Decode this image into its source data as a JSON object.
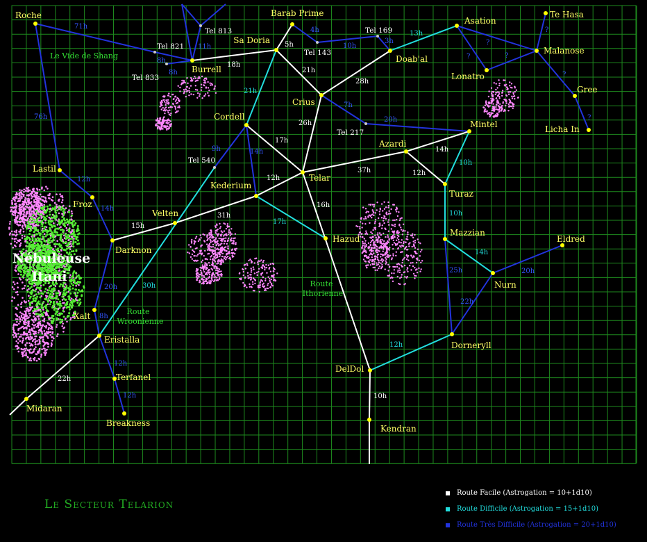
{
  "map": {
    "title": "Le Secteur Telarion",
    "grid_color": "#1e8a1e",
    "route_colors": {
      "easy": "#ffffff",
      "hard": "#22dddd",
      "vhard": "#2233dd"
    },
    "system_color": "#ffff00",
    "nebula_name": [
      "Nébuleuse",
      "Itani"
    ],
    "region_labels": [
      {
        "id": "vide",
        "lines": [
          "Le Vide de Shang"
        ]
      },
      {
        "id": "woo",
        "lines": [
          "Route",
          "Wroonienne"
        ]
      },
      {
        "id": "itho",
        "lines": [
          "Route",
          "Ithorienne"
        ]
      }
    ],
    "systems": [
      {
        "id": "roche",
        "name": "Roche"
      },
      {
        "id": "tel821",
        "name": "Tel 821",
        "minor": true
      },
      {
        "id": "tel813",
        "name": "Tel 813",
        "minor": true
      },
      {
        "id": "tel833",
        "name": "Tel 833",
        "minor": true
      },
      {
        "id": "burrell",
        "name": "Burrell"
      },
      {
        "id": "sadoria",
        "name": "Sa Doria"
      },
      {
        "id": "barab",
        "name": "Barab Prime"
      },
      {
        "id": "tel143",
        "name": "Tel 143",
        "minor": true
      },
      {
        "id": "tel169",
        "name": "Tel 169",
        "minor": true
      },
      {
        "id": "doabal",
        "name": "Doab'al"
      },
      {
        "id": "asation",
        "name": "Asation"
      },
      {
        "id": "tehasa",
        "name": "Te Hasa"
      },
      {
        "id": "malanose",
        "name": "Malanose"
      },
      {
        "id": "lonatro",
        "name": "Lonatro"
      },
      {
        "id": "gree",
        "name": "Gree"
      },
      {
        "id": "lichain",
        "name": "Licha In"
      },
      {
        "id": "crius",
        "name": "Crius"
      },
      {
        "id": "tel217",
        "name": "Tel 217",
        "minor": true
      },
      {
        "id": "mintel",
        "name": "Mintel"
      },
      {
        "id": "cordell",
        "name": "Cordell"
      },
      {
        "id": "tel540",
        "name": "Tel 540",
        "minor": true
      },
      {
        "id": "azardi",
        "name": "Azardi"
      },
      {
        "id": "telar",
        "name": "Telar"
      },
      {
        "id": "kederium",
        "name": "Kederium"
      },
      {
        "id": "turaz",
        "name": "Turaz"
      },
      {
        "id": "lastil",
        "name": "Lastil"
      },
      {
        "id": "froz",
        "name": "Froz"
      },
      {
        "id": "velten",
        "name": "Velten"
      },
      {
        "id": "darknon",
        "name": "Darknon"
      },
      {
        "id": "hazud",
        "name": "Hazud"
      },
      {
        "id": "mazzian",
        "name": "Mazzian"
      },
      {
        "id": "eldred",
        "name": "Eldred"
      },
      {
        "id": "nurn",
        "name": "Nurn"
      },
      {
        "id": "xalt",
        "name": "Xalt"
      },
      {
        "id": "eristalla",
        "name": "Eristalla"
      },
      {
        "id": "terfanel",
        "name": "Terfanel"
      },
      {
        "id": "breakness",
        "name": "Breakness"
      },
      {
        "id": "midaran",
        "name": "Midaran"
      },
      {
        "id": "dorneryll",
        "name": "Dorneryll"
      },
      {
        "id": "deldol",
        "name": "DelDol"
      },
      {
        "id": "kendran",
        "name": "Kendran"
      }
    ],
    "routes": [
      {
        "from": "roche",
        "to": "tel821",
        "type": "vhard",
        "label": "71h"
      },
      {
        "from": "tel821",
        "to": "burrell",
        "type": "vhard",
        "label": "8h"
      },
      {
        "from": "tel813",
        "to": "burrell",
        "type": "vhard",
        "label": "11h"
      },
      {
        "from": "tel833",
        "to": "burrell",
        "type": "vhard",
        "label": "8h"
      },
      {
        "from": "burrell",
        "to": "sadoria",
        "type": "easy",
        "label": "18h"
      },
      {
        "from": "barab",
        "to": "sadoria",
        "type": "easy",
        "label": "5h"
      },
      {
        "from": "barab",
        "to": "tel143",
        "type": "vhard",
        "label": "4h"
      },
      {
        "from": "tel143",
        "to": "tel169",
        "type": "vhard",
        "label": "10h"
      },
      {
        "from": "tel169",
        "to": "doabal",
        "type": "vhard",
        "label": "3h"
      },
      {
        "from": "doabal",
        "to": "asation",
        "type": "hard",
        "label": "13h"
      },
      {
        "from": "asation",
        "to": "malanose",
        "type": "vhard",
        "label": "?"
      },
      {
        "from": "asation",
        "to": "lonatro",
        "type": "vhard",
        "label": "?"
      },
      {
        "from": "lonatro",
        "to": "malanose",
        "type": "vhard",
        "label": "?"
      },
      {
        "from": "tehasa",
        "to": "malanose",
        "type": "vhard",
        "label": "?"
      },
      {
        "from": "malanose",
        "to": "gree",
        "type": "vhard",
        "label": "?"
      },
      {
        "from": "gree",
        "to": "lichain",
        "type": "vhard",
        "label": "?"
      },
      {
        "from": "sadoria",
        "to": "crius",
        "type": "easy",
        "label": "21h"
      },
      {
        "from": "crius",
        "to": "doabal",
        "type": "easy",
        "label": "28h"
      },
      {
        "from": "sadoria",
        "to": "cordell",
        "type": "hard",
        "label": "21h"
      },
      {
        "from": "crius",
        "to": "tel217",
        "type": "vhard",
        "label": "7h"
      },
      {
        "from": "tel217",
        "to": "mintel",
        "type": "vhard",
        "label": "20h"
      },
      {
        "from": "crius",
        "to": "telar",
        "type": "easy",
        "label": "26h"
      },
      {
        "from": "cordell",
        "to": "telar",
        "type": "easy",
        "label": "17h"
      },
      {
        "from": "cordell",
        "to": "tel540",
        "type": "vhard",
        "label": "9h"
      },
      {
        "from": "tel540",
        "to": "eristalla",
        "type": "hard",
        "label": "30h"
      },
      {
        "from": "cordell",
        "to": "kederium",
        "type": "vhard",
        "label": "14h"
      },
      {
        "from": "telar",
        "to": "azardi",
        "type": "easy",
        "label": "37h"
      },
      {
        "from": "azardi",
        "to": "mintel",
        "type": "easy",
        "label": "14h"
      },
      {
        "from": "azardi",
        "to": "turaz",
        "type": "easy",
        "label": "12h"
      },
      {
        "from": "mintel",
        "to": "turaz",
        "type": "hard",
        "label": "10h"
      },
      {
        "from": "telar",
        "to": "kederium",
        "type": "easy",
        "label": "12h"
      },
      {
        "from": "kederium",
        "to": "velten",
        "type": "easy",
        "label": "31h"
      },
      {
        "from": "velten",
        "to": "darknon",
        "type": "easy",
        "label": "15h"
      },
      {
        "from": "kederium",
        "to": "hazud",
        "type": "hard",
        "label": "17h"
      },
      {
        "from": "telar",
        "to": "deldol",
        "type": "easy",
        "label": "16h"
      },
      {
        "from": "turaz",
        "to": "mazzian",
        "type": "hard",
        "label": "10h"
      },
      {
        "from": "mazzian",
        "to": "nurn",
        "type": "hard",
        "label": "14h"
      },
      {
        "from": "eldred",
        "to": "nurn",
        "type": "vhard",
        "label": "20h"
      },
      {
        "from": "mazzian",
        "to": "dorneryll",
        "type": "vhard",
        "label": "25h"
      },
      {
        "from": "nurn",
        "to": "dorneryll",
        "type": "vhard",
        "label": "22h"
      },
      {
        "from": "dorneryll",
        "to": "deldol",
        "type": "hard",
        "label": "12h"
      },
      {
        "from": "deldol",
        "to": "kendran",
        "type": "easy",
        "label": "10h"
      },
      {
        "from": "roche",
        "to": "lastil",
        "type": "vhard",
        "label": "76h"
      },
      {
        "from": "lastil",
        "to": "froz",
        "type": "vhard",
        "label": "12h"
      },
      {
        "from": "froz",
        "to": "darknon",
        "type": "vhard",
        "label": "14h"
      },
      {
        "from": "darknon",
        "to": "xalt",
        "type": "vhard",
        "label": "20h"
      },
      {
        "from": "xalt",
        "to": "eristalla",
        "type": "vhard",
        "label": "8h"
      },
      {
        "from": "eristalla",
        "to": "terfanel",
        "type": "vhard",
        "label": "12h"
      },
      {
        "from": "terfanel",
        "to": "breakness",
        "type": "vhard",
        "label": "12h"
      },
      {
        "from": "eristalla",
        "to": "midaran",
        "type": "easy",
        "label": "22h"
      }
    ]
  },
  "legend": [
    {
      "type": "easy",
      "label": "Route Facile (Astrogation = 10+1d10)"
    },
    {
      "type": "hard",
      "label": "Route Difficile (Astrogation = 15+1d10)"
    },
    {
      "type": "vhard",
      "label": "Route Très Difficile (Astrogation = 20+1d10)"
    }
  ]
}
